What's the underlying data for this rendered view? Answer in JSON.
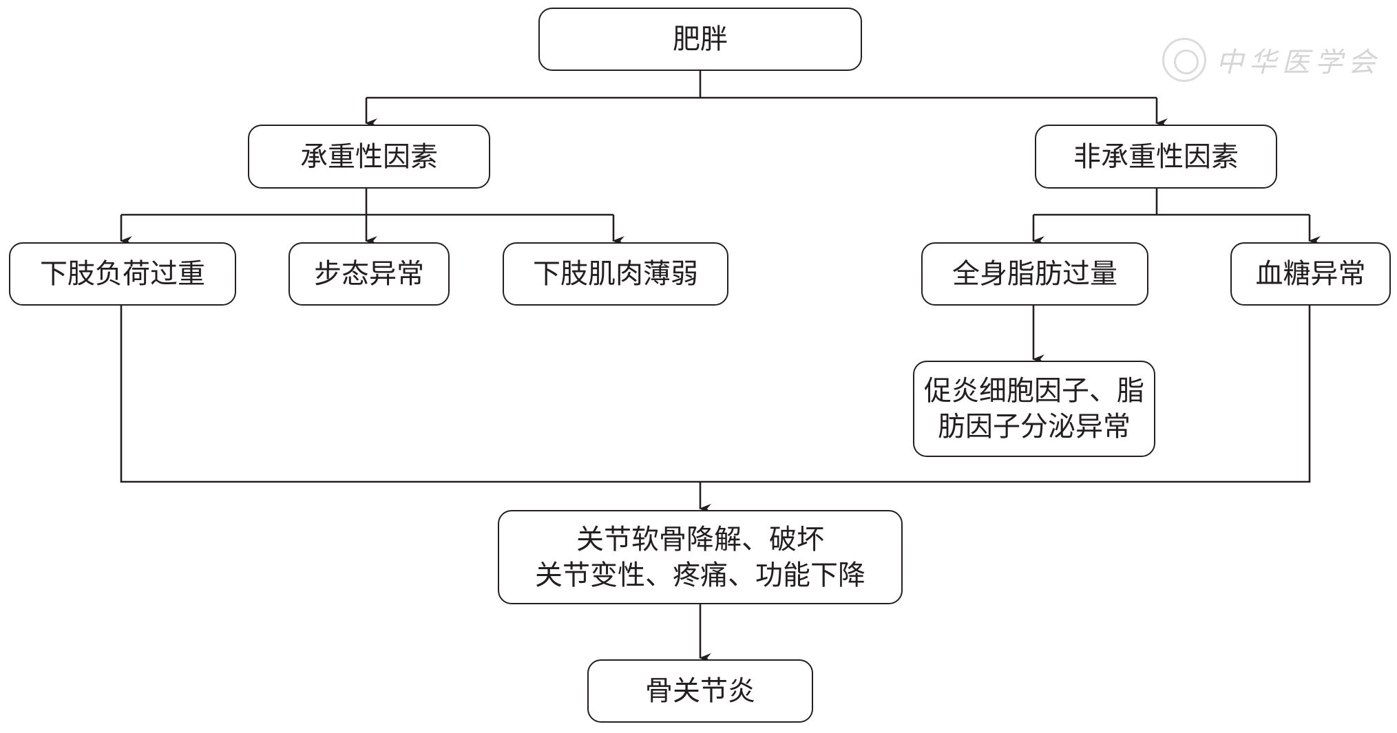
{
  "nodes": {
    "obesity": "肥胖",
    "weight_bearing": "承重性因素",
    "non_weight_bearing": "非承重性因素",
    "lower_limb_overload": "下肢负荷过重",
    "gait_abnormality": "步态异常",
    "lower_limb_muscle_weakness": "下肢肌肉薄弱",
    "body_fat_excess": "全身脂肪过量",
    "blood_glucose_abnormality": "血糖异常",
    "cytokine_line1": "促炎细胞因子、脂",
    "cytokine_line2": "肪因子分泌异常",
    "joint_damage_line1": "关节软骨降解、破坏",
    "joint_damage_line2": "关节变性、疼痛、功能下降",
    "osteoarthritis": "骨关节炎"
  },
  "watermark": {
    "text": "中华医学会",
    "icon": "seal-logo"
  },
  "colors": {
    "line": "#231f20",
    "text": "#231f20",
    "background": "#ffffff"
  }
}
